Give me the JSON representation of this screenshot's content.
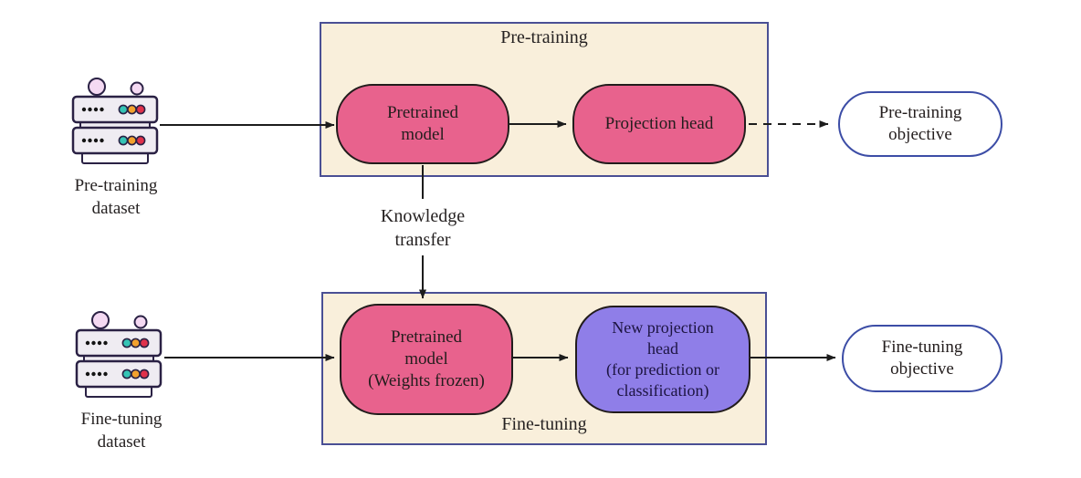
{
  "colors": {
    "panel_fill": "#f9efdb",
    "panel_border": "#4a4f94",
    "pink_node": "#e8628d",
    "purple_node": "#8f7ee8",
    "objective_border": "#3c4da6",
    "arrow": "#1c1c1c",
    "server_dot_teal": "#35c4b5",
    "server_dot_orange": "#f2a12d",
    "server_dot_red": "#e0314b"
  },
  "pretraining": {
    "group_label": "Pre-training",
    "dataset_label": "Pre-training\ndataset",
    "pretrained_model_label": "Pretrained\nmodel",
    "projection_head_label": "Projection head",
    "objective_label": "Pre-training\nobjective"
  },
  "knowledge_transfer_label": "Knowledge\ntransfer",
  "finetuning": {
    "group_label": "Fine-tuning",
    "dataset_label": "Fine-tuning\ndataset",
    "pretrained_model_label": "Pretrained\nmodel\n(Weights frozen)",
    "projection_head_label": "New projection\nhead\n(for prediction or\nclassification)",
    "objective_label": "Fine-tuning\nobjective"
  }
}
